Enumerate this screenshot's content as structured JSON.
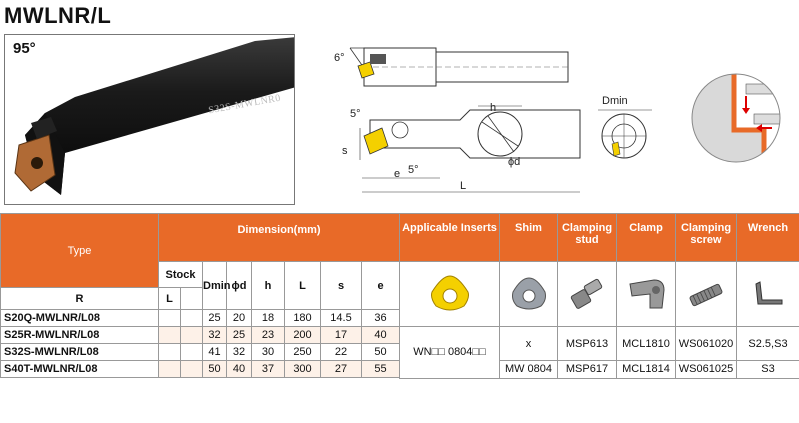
{
  "title": "MWLNR/L",
  "photo": {
    "angle": "95°",
    "engraving": "S32S-MWLNR0"
  },
  "diagram_top": {
    "angle": "6°"
  },
  "diagram_side": {
    "angle1": "5°",
    "s": "s",
    "e": "e",
    "angle2": "5°",
    "h": "h",
    "d": "ϕd",
    "L": "L"
  },
  "diagram_end": {
    "dmin": "Dmin"
  },
  "table": {
    "headers": {
      "type": "Type",
      "dimension": "Dimension(mm)",
      "inserts": "Applicable Inserts",
      "shim": "Shim",
      "clamping_stud": "Clamping stud",
      "clamp": "Clamp",
      "clamping_screw": "Clamping screw",
      "wrench": "Wrench",
      "stock": "Stock",
      "r": "R",
      "l": "L",
      "dmin": "Dmin",
      "d": "ϕd",
      "h": "h",
      "L": "L",
      "s": "s",
      "e": "e"
    },
    "rows": [
      {
        "model": "S20Q-MWLNR/L08",
        "dmin": "25",
        "d": "20",
        "h": "18",
        "L": "180",
        "s": "14.5",
        "e": "36"
      },
      {
        "model": "S25R-MWLNR/L08",
        "dmin": "32",
        "d": "25",
        "h": "23",
        "L": "200",
        "s": "17",
        "e": "40"
      },
      {
        "model": "S32S-MWLNR/L08",
        "dmin": "41",
        "d": "32",
        "h": "30",
        "L": "250",
        "s": "22",
        "e": "50"
      },
      {
        "model": "S40T-MWLNR/L08",
        "dmin": "50",
        "d": "40",
        "h": "37",
        "L": "300",
        "s": "27",
        "e": "55"
      }
    ],
    "insert": "WN□□ 0804□□",
    "group1": {
      "shim": "x",
      "stud": "MSP613",
      "clamp": "MCL1810",
      "screw": "WS061020",
      "wrench": "S2.5,S3"
    },
    "group2": {
      "shim": "MW 0804",
      "stud": "MSP617",
      "clamp": "MCL1814",
      "screw": "WS061025",
      "wrench": "S3"
    }
  }
}
